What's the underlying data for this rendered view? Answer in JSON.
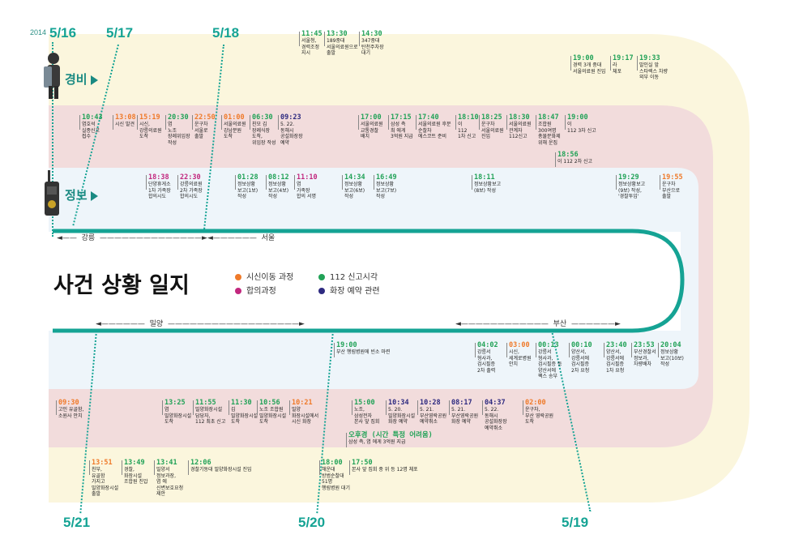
{
  "title": "사건 상황 일지",
  "year": "2014",
  "dates": {
    "d516": "5/16",
    "d517": "5/17",
    "d518": "5/18",
    "d519": "5/19",
    "d520": "5/20",
    "d521": "5/21"
  },
  "sections": {
    "guard": "경비",
    "info": "정보"
  },
  "legend": [
    {
      "label": "시신이동 과정",
      "color": "#ef7a2a"
    },
    {
      "label": "112 신고시각",
      "color": "#21a257"
    },
    {
      "label": "합의과정",
      "color": "#c2277e"
    },
    {
      "label": "화장 예약 관련",
      "color": "#2e2a80"
    }
  ],
  "places": {
    "gangneung": "강릉",
    "seoul": "서울",
    "miryang": "밀양",
    "busan": "부산"
  },
  "colors": {
    "track": "#15a394",
    "guard_band": "#fbf6dd",
    "info_band": "#f2dcdc",
    "inner_band": "#eef5fa"
  },
  "icons": {
    "guard": "riot-police-icon",
    "info": "walkie-talkie-icon"
  },
  "events": [
    {
      "time": "10:43",
      "desc": "염호석\n실종신고\n접수",
      "color": "green"
    },
    {
      "time": "13:08",
      "desc": "시신 발견",
      "color": "orange"
    },
    {
      "time": "15:19",
      "desc": "시신,\n강릉의료원\n도착",
      "color": "orange"
    },
    {
      "time": "20:30",
      "desc": "염\n노조\n장례위임장\n작성",
      "color": "green"
    },
    {
      "time": "22:50",
      "desc": "운구차\n서울로\n출발",
      "color": "orange"
    },
    {
      "time": "01:00",
      "desc": "서울의료원\n강남분원\n도착",
      "color": "orange"
    },
    {
      "time": "06:30",
      "desc": "친모 김\n장례식장\n도착,\n위임장 작성",
      "color": "green"
    },
    {
      "time": "09:23",
      "desc": "5. 22.\n동해시\n공설화장장\n예약",
      "color": "navy"
    },
    {
      "time": "18:38",
      "desc": "단양휴게소\n1차 가족장\n합의시도",
      "color": "magenta"
    },
    {
      "time": "22:30",
      "desc": "강릉의료원\n2차 가족장\n합의시도",
      "color": "magenta"
    },
    {
      "time": "01:28",
      "desc": "정보상황\n보고(1보)\n작성",
      "color": "green"
    },
    {
      "time": "08:12",
      "desc": "정보상황\n보고(4보)\n작성",
      "color": "green"
    },
    {
      "time": "11:10",
      "desc": "염\n가족장\n합의 서명",
      "color": "magenta"
    },
    {
      "time": "11:45",
      "desc": "서울청,\n경력조정\n지시",
      "color": "green"
    },
    {
      "time": "13:30",
      "desc": "189중대\n서울의료원으로\n출발",
      "color": "green"
    },
    {
      "time": "14:30",
      "desc": "347중대\n탄천주차장\n대기",
      "color": "green"
    },
    {
      "time": "17:00",
      "desc": "서울의료원\n교통경찰\n배치",
      "color": "green"
    },
    {
      "time": "17:15",
      "desc": "삼성 측\n최 에게\n3억원 지급",
      "color": "green"
    },
    {
      "time": "17:40",
      "desc": "서울의료원 후문\n순찰차\n에스코트 준비",
      "color": "green"
    },
    {
      "time": "18:10",
      "desc": "이\n112\n1차 신고",
      "color": "green"
    },
    {
      "time": "18:25",
      "desc": "운구차\n서울의료원\n진입",
      "color": "green"
    },
    {
      "time": "18:30",
      "desc": "서울의료원\n관계자\n112신고",
      "color": "green"
    },
    {
      "time": "18:47",
      "desc": "조합원\n300여명\n총물문화제\n위해 운집",
      "color": "green"
    },
    {
      "time": "19:00",
      "desc": "이\n112 3차 신고",
      "color": "green"
    },
    {
      "time": "18:56",
      "desc": "이  112 2차 신고",
      "color": "green"
    },
    {
      "time": "19:00",
      "desc": "경력 3개 중대\n서울의료원 진입",
      "color": "green"
    },
    {
      "time": "19:17",
      "desc": "라\n체포",
      "color": "green"
    },
    {
      "time": "19:33",
      "desc": "발인실 앞\n스타렉스 차량\n외부 이동",
      "color": "green"
    },
    {
      "time": "14:34",
      "desc": "정보상황\n보고(6보)\n작성",
      "color": "green"
    },
    {
      "time": "16:49",
      "desc": "정보상황\n보고(7보)\n작성",
      "color": "green"
    },
    {
      "time": "18:11",
      "desc": "정보상황보고\n(8보) 작성",
      "color": "green"
    },
    {
      "time": "19:29",
      "desc": "정보상황보고\n(9보) 작성,\n'경찰투입'",
      "color": "green"
    },
    {
      "time": "19:55",
      "desc": "운구차\n부산으로\n출발",
      "color": "orange"
    },
    {
      "time": "04:02",
      "desc": "강릉서\n형사과,\n검시필증\n2차 출력",
      "color": "green"
    },
    {
      "time": "03:00",
      "desc": "시신,\n세계로병원\n안치",
      "color": "orange"
    },
    {
      "time": "00:13",
      "desc": "강릉서\n형사과,\n검시필증 등\n양산서에\n팩스 송부",
      "color": "green"
    },
    {
      "time": "00:10",
      "desc": "양산서,\n강릉서에\n검시필증\n2차 요청",
      "color": "green"
    },
    {
      "time": "23:40",
      "desc": "양산서,\n강릉서에\n검시필증\n1차 요청",
      "color": "green"
    },
    {
      "time": "23:53",
      "desc": "부산경찰서\n정보과,\n차량배차",
      "color": "green"
    },
    {
      "time": "20:04",
      "desc": "정보상황\n보고(10보)\n작성",
      "color": "green"
    },
    {
      "time": "19:00",
      "desc": "부산 행림병원에 빈소 마련",
      "color": "green"
    },
    {
      "time": "09:30",
      "desc": "고인 유골함,\n소원사 안치",
      "color": "orange"
    },
    {
      "time": "13:25",
      "desc": "염\n밀양화장시설\n도착",
      "color": "green"
    },
    {
      "time": "11:55",
      "desc": "밀양화장시설\n담당자,\n112 최초 신고",
      "color": "green"
    },
    {
      "time": "11:30",
      "desc": "김\n밀양화장시설\n도착",
      "color": "green"
    },
    {
      "time": "10:56",
      "desc": "노조 조합원\n밀양화장시설\n도착",
      "color": "green"
    },
    {
      "time": "10:21",
      "desc": "밀양\n화장시설에서\n시신 화장",
      "color": "orange"
    },
    {
      "time": "15:00",
      "desc": "노조,\n삼성전자\n본사 앞 집회",
      "color": "green"
    },
    {
      "time": "10:34",
      "desc": "5. 20.\n밀양화장시설\n화장 예약",
      "color": "navy"
    },
    {
      "time": "10:28",
      "desc": "5. 21.\n부산영락공원\n예약취소",
      "color": "navy"
    },
    {
      "time": "08:17",
      "desc": "5. 21.\n부산영락공원\n화장 예약",
      "color": "navy"
    },
    {
      "time": "04:37",
      "desc": "5. 22.\n동해시\n공설화장장\n예약취소",
      "color": "navy"
    },
    {
      "time": "02:00",
      "desc": "운구차,\n부산 영락공원\n도착",
      "color": "orange"
    },
    {
      "time": "오후경 (시간 특정 어려움)",
      "desc": "삼성 측, 염  에게 3억원 지급",
      "color": "green"
    },
    {
      "time": "13:51",
      "desc": "친부,\n유골함\n가지고\n밀양화장시설\n출발",
      "color": "orange"
    },
    {
      "time": "13:49",
      "desc": "경찰,\n화장시설\n조합원 진압",
      "color": "green"
    },
    {
      "time": "13:41",
      "desc": "밀양서\n정보과장,\n염  에\n신변보호요청\n제안",
      "color": "green"
    },
    {
      "time": "12:06",
      "desc": "경찰기동대 밀양화장시설 진입",
      "color": "green"
    },
    {
      "time": "18:00",
      "desc": "해운대\n방범순찰대\n51명\n행림병원 대기",
      "color": "green"
    },
    {
      "time": "17:50",
      "desc": "본사 앞 집회 중 위  등 12명 체포",
      "color": "green"
    }
  ]
}
